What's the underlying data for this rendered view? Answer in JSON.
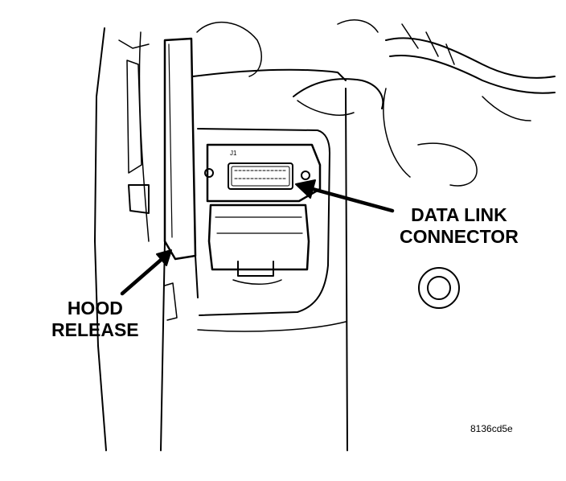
{
  "labels": {
    "data_link_line1": "DATA LINK",
    "data_link_line2": "CONNECTOR",
    "hood_release_line1": "HOOD",
    "hood_release_line2": "RELEASE",
    "connector_pin": "J1"
  },
  "figure_id": "8136cd5e",
  "colors": {
    "ink": "#000000",
    "paper": "#ffffff"
  }
}
